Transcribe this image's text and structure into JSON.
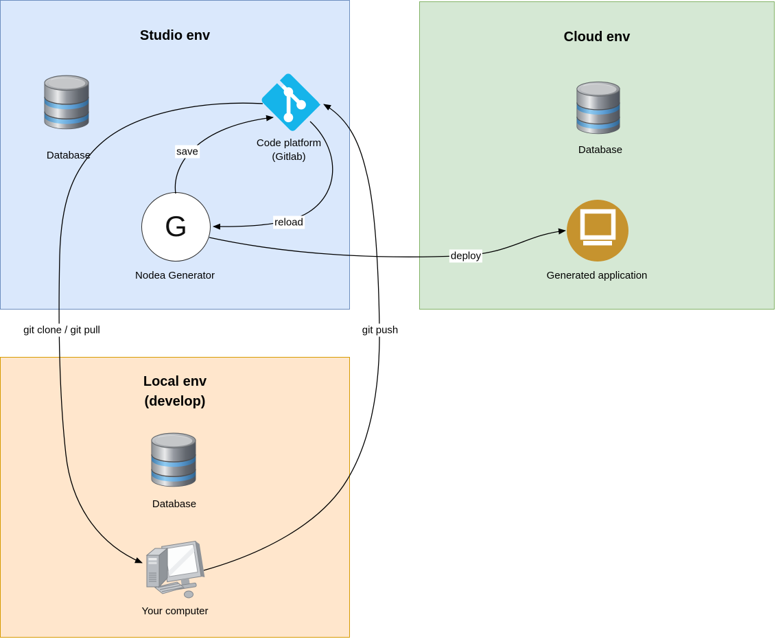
{
  "boxes": {
    "studio": {
      "title": "Studio env",
      "bg": "#dae8fc",
      "border": "#6c8ebf"
    },
    "cloud": {
      "title": "Cloud env",
      "bg": "#d5e8d4",
      "border": "#82b366"
    },
    "local": {
      "title_line1": "Local env",
      "title_line2": "(develop)",
      "bg": "#ffe6cc",
      "border": "#d79b00"
    }
  },
  "nodes": {
    "studio_database": {
      "label": "Database",
      "icon": "database-icon"
    },
    "code_platform": {
      "label_line1": "Code platform",
      "label_line2": "(Gitlab)",
      "icon": "git-icon",
      "color": "#15b4ea"
    },
    "nodea_generator": {
      "label": "Nodea Generator",
      "letter": "G"
    },
    "cloud_database": {
      "label": "Database",
      "icon": "database-icon"
    },
    "generated_application": {
      "label": "Generated application",
      "icon": "app-monitor-icon",
      "color": "#c6932e"
    },
    "local_database": {
      "label": "Database",
      "icon": "database-icon"
    },
    "your_computer": {
      "label": "Your computer",
      "icon": "desktop-computer-icon"
    }
  },
  "edges": {
    "save": {
      "label": "save",
      "from": "nodea_generator",
      "to": "code_platform"
    },
    "reload": {
      "label": "reload",
      "from": "code_platform",
      "to": "nodea_generator"
    },
    "deploy": {
      "label": "deploy",
      "from": "nodea_generator",
      "to": "generated_application"
    },
    "git_clone_pull": {
      "label": "git clone / git pull",
      "from": "code_platform",
      "to": "your_computer"
    },
    "git_push": {
      "label": "git push",
      "from": "your_computer",
      "to": "code_platform"
    }
  },
  "colors": {
    "edge": "#000000",
    "git_brand": "#15b4ea",
    "app_gold": "#c6932e",
    "db_blue_band": "#5b9cd3"
  }
}
